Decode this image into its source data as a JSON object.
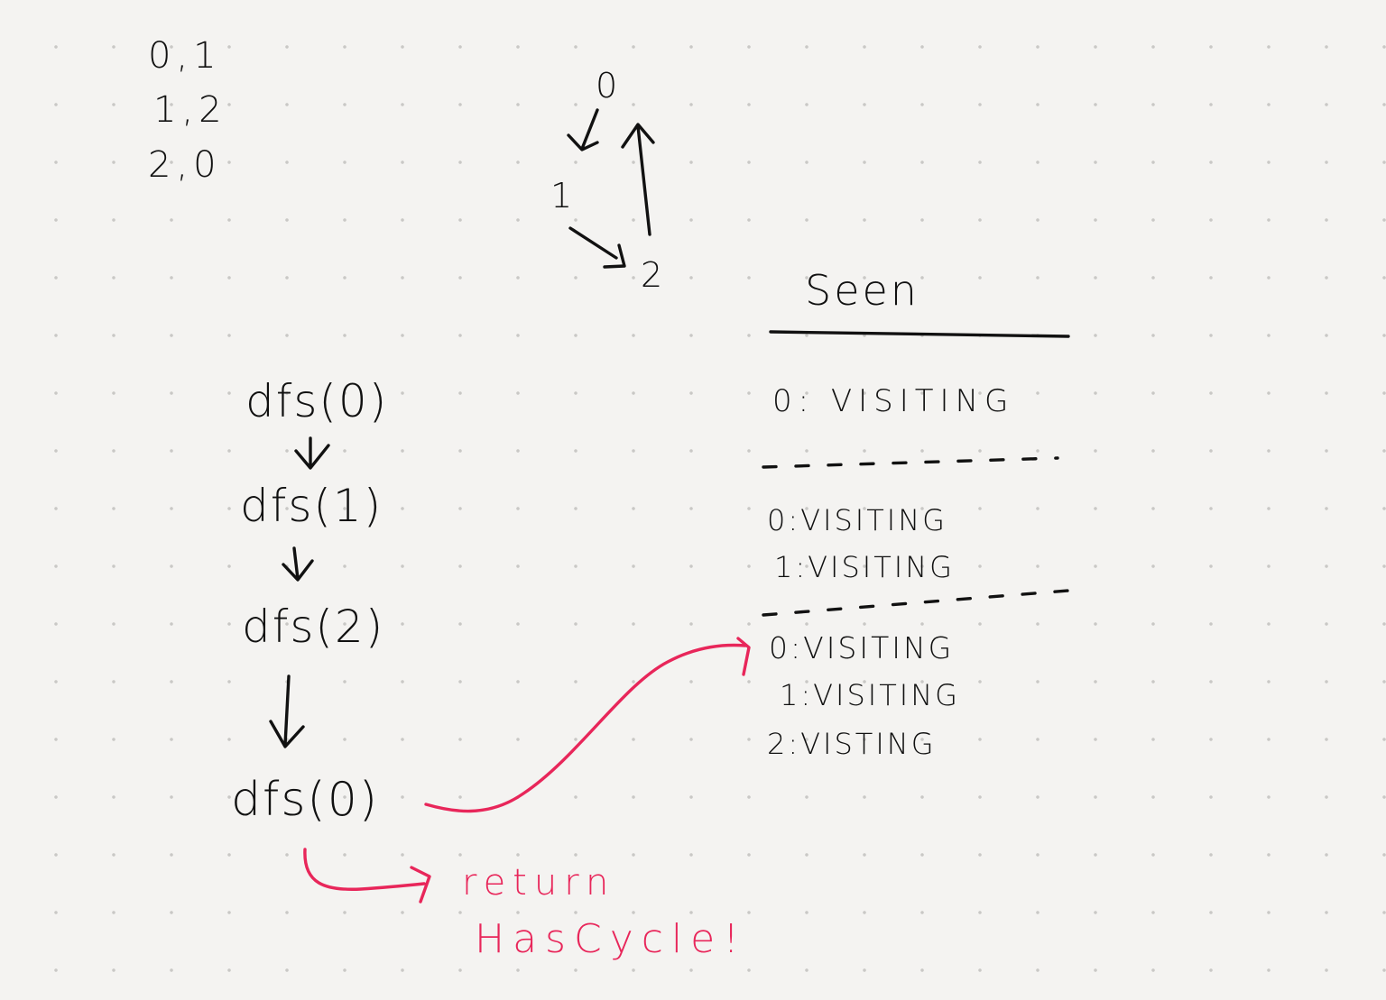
{
  "edges": [
    "0,1",
    "1,2",
    "2,0"
  ],
  "graph": {
    "nodes": [
      "0",
      "1",
      "2"
    ]
  },
  "seen": {
    "heading": "Seen",
    "groups": [
      [
        "0: VISITING"
      ],
      [
        "0:VISITING",
        "1:VISITING"
      ],
      [
        "0:VISITING",
        "1:VISITING",
        "2:VISTING"
      ]
    ]
  },
  "calls": [
    "dfs(0)",
    "dfs(1)",
    "dfs(2)",
    "dfs(0)"
  ],
  "result": {
    "line1": "return",
    "line2": "HasCycle!"
  },
  "colors": {
    "ink": "#111111",
    "accent": "#e8265a",
    "paper": "#f4f3f1"
  }
}
